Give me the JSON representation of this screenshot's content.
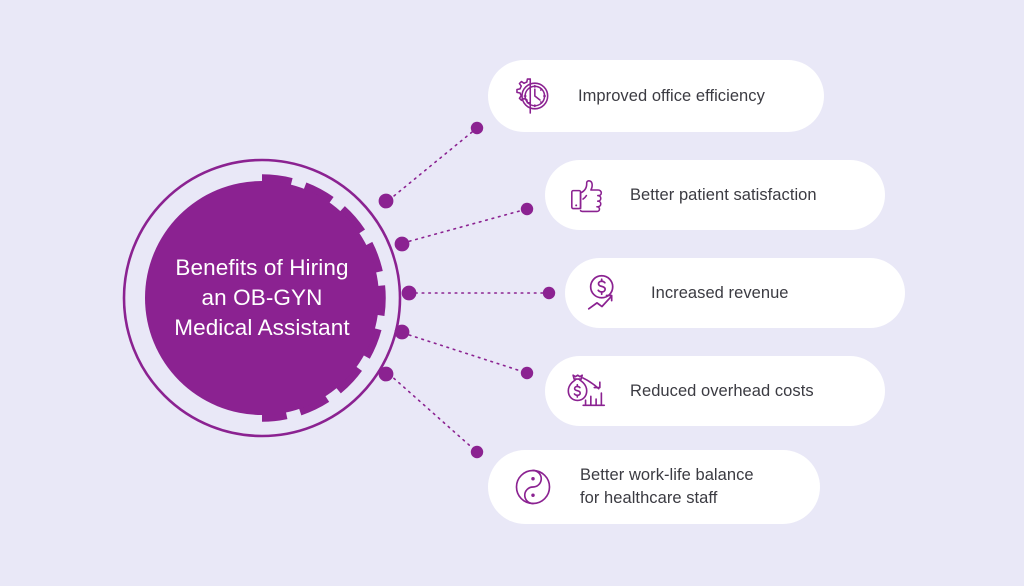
{
  "theme": {
    "background": "#e9e8f7",
    "accent": "#8b2291",
    "card_background": "#ffffff",
    "card_text": "#3b3b42",
    "hub_text": "#ffffff"
  },
  "hub": {
    "title": "Benefits of Hiring\nan OB-GYN\nMedical Assistant",
    "icon": "hub-circle"
  },
  "benefits": [
    {
      "label": "Improved office efficiency",
      "icon": "gear-clock-icon"
    },
    {
      "label": "Better patient satisfaction",
      "icon": "thumbs-up-icon"
    },
    {
      "label": "Increased revenue",
      "icon": "dollar-growth-arrow-icon"
    },
    {
      "label": "Reduced overhead costs",
      "icon": "money-bag-declining-chart-icon"
    },
    {
      "label": "Better work-life balance\nfor healthcare staff",
      "icon": "yin-yang-icon"
    }
  ]
}
